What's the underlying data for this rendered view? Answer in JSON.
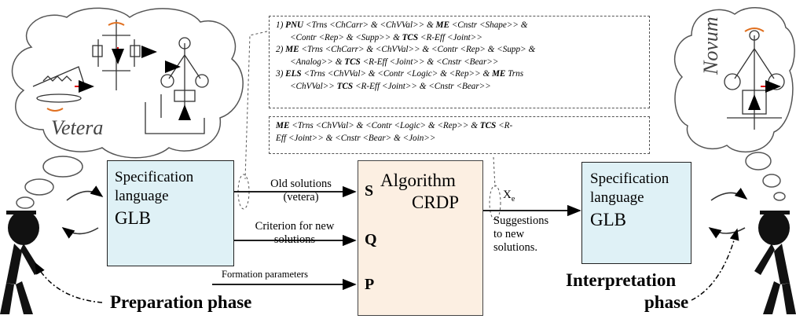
{
  "clouds": {
    "left_label": "Vetera",
    "right_label": "Novum"
  },
  "formula_box_1": {
    "lines": [
      [
        "1) ",
        {
          "b": "PNU"
        },
        " <Trns <ChCarr> & <ChVVal>> & ",
        {
          "b": "ME"
        },
        " <Cnstr <Shape>> &"
      ],
      [
        "<Contr <Rep> & <Supp>> & ",
        {
          "b": "TCS"
        },
        " <R-Eff <Joint>>"
      ],
      [
        "2) ",
        {
          "b": "ME"
        },
        " <Trns <ChCarr> & <ChVVal>> & <Contr <Rep> & <Supp> &"
      ],
      [
        "<Analog>> & ",
        {
          "b": "TCS"
        },
        " <R-Eff <Joint>> & <Cnstr <Bear>>"
      ],
      [
        "3) ",
        {
          "b": "ELS"
        },
        " <Trns <ChVVal> & <Contr <Logic> & <Rep>> & ",
        {
          "b": "ME"
        },
        " Trns"
      ],
      [
        "<ChVVal>> ",
        {
          "b": "TCS"
        },
        " <R-Eff <Joint>> & <Cnstr <Bear>>"
      ]
    ]
  },
  "formula_box_2": {
    "lines": [
      [
        {
          "b": "ME"
        },
        " <Trns <ChVVal> & <Contr <Logic> & <Rep>> & ",
        {
          "b": "TCS"
        },
        " <R-"
      ],
      [
        "Eff <Joint>> & <Cnstr <Bear> & <Join>>"
      ]
    ]
  },
  "spec_left": {
    "line1": "Specification",
    "line2": "language",
    "line3": "GLB"
  },
  "spec_right": {
    "line1": "Specification",
    "line2": "language",
    "line3": "GLB"
  },
  "algorithm": {
    "title": "Algorithm",
    "name": "CRDP",
    "inputs": [
      "S",
      "Q",
      "P"
    ]
  },
  "inputs": {
    "old_solutions": "Old solutions",
    "vetera": "(vetera)",
    "criterion_1": "Criterion for new",
    "criterion_2": "solutions",
    "formation": "Formation parameters"
  },
  "output": {
    "xe": "X",
    "xe_sub": "e",
    "suggestions": [
      "Suggestions",
      "to new",
      "solutions."
    ]
  },
  "phases": {
    "preparation": "Preparation phase",
    "interpretation_1": "Interpretation",
    "interpretation_2": "phase"
  }
}
